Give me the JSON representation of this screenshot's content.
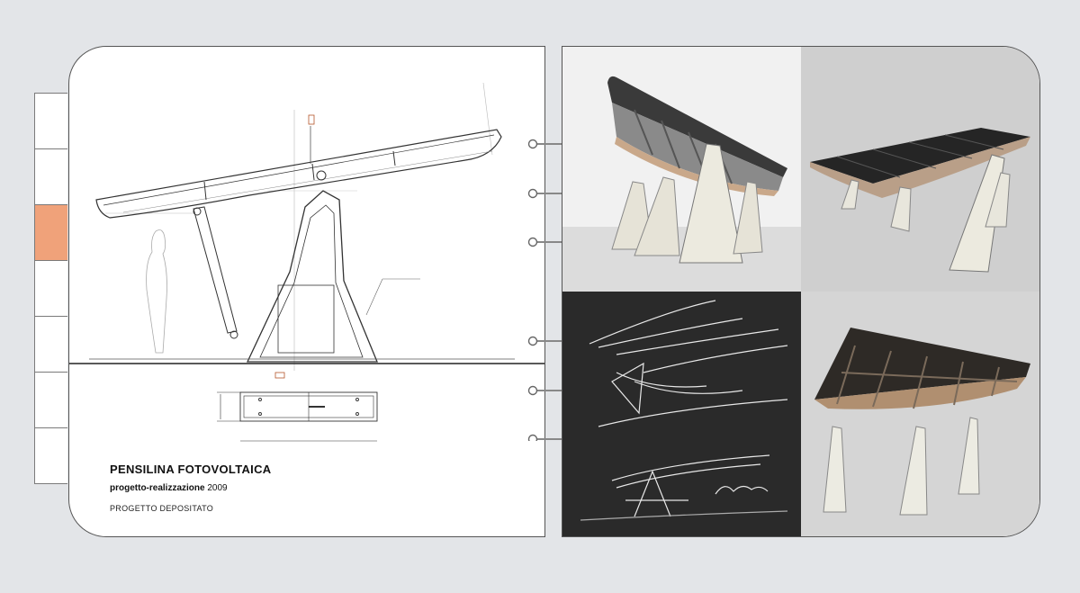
{
  "document": {
    "title": "PENSILINA FOTOVOLTAICA",
    "subtitle_bold": "progetto-realizzazione",
    "subtitle_year": "2009",
    "status": "PROGETTO DEPOSITATO"
  },
  "tabs": {
    "count": 7,
    "active_index": 2,
    "active_color": "#f0a27a"
  },
  "binder": {
    "ring_count": 6
  },
  "colors": {
    "background": "#e3e5e8",
    "sketch_panel": "#2a2a2a"
  }
}
